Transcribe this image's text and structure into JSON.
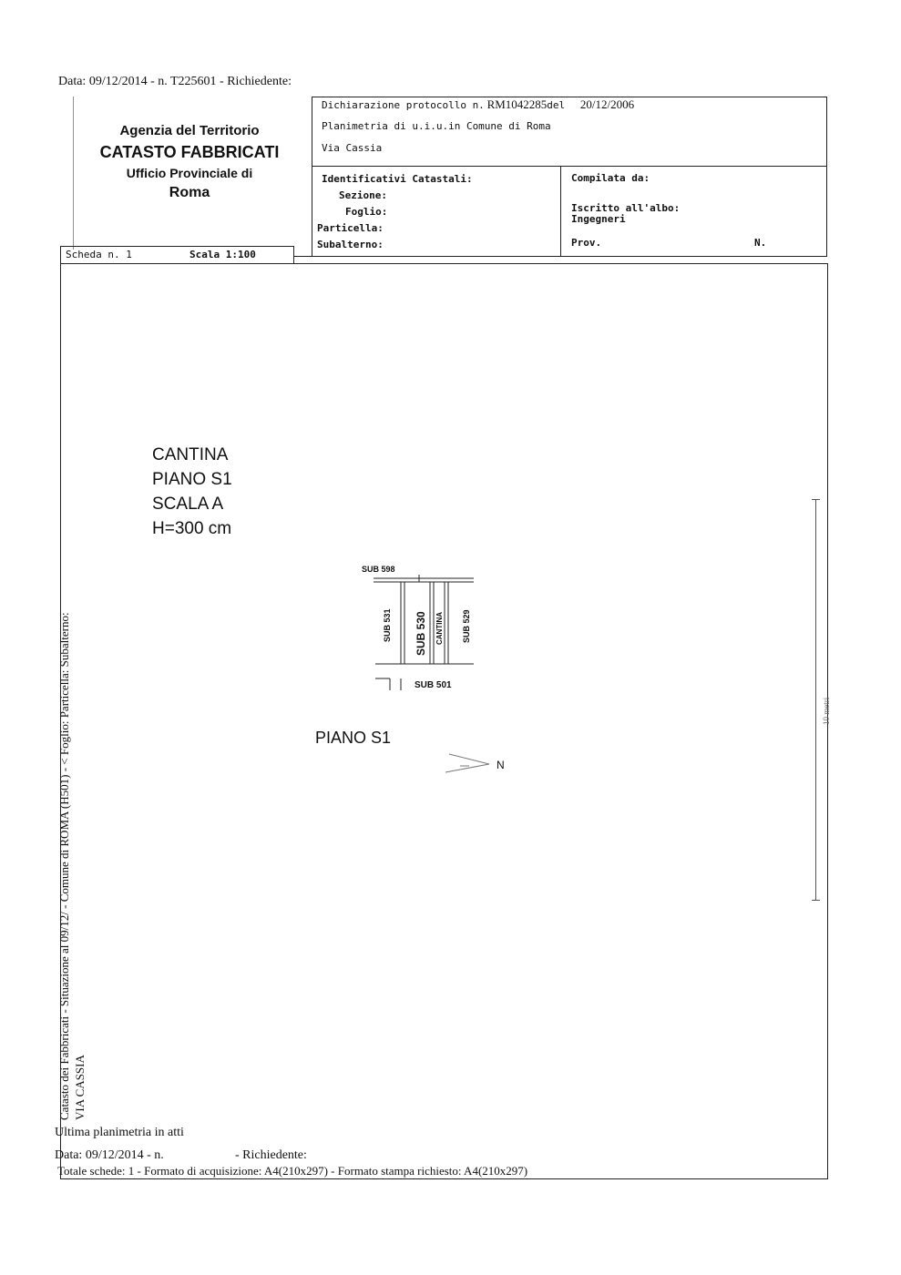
{
  "top_line": "Data: 09/12/2014 - n. T225601 - Richiedente:",
  "header": {
    "agency": "Agenzia del Territorio",
    "catasto": "CATASTO FABBRICATI",
    "ufficio": "Ufficio Provinciale di",
    "city": "Roma",
    "protocol_label": "Dichiarazione protocollo n.",
    "protocol_number": "RM1042285",
    "protocol_del": "del",
    "protocol_date": "20/12/2006",
    "planimetria": "Planimetria di u.i.u.in Comune di Roma",
    "address": "Via Cassia",
    "identificativi": "Identificativi Catastali:",
    "sezione": "Sezione:",
    "foglio": "Foglio:",
    "particella": "Particella:",
    "subalterno": "Subalterno:",
    "compilata": "Compilata da:",
    "iscritto": "Iscritto all'albo:",
    "albo": "Ingegneri",
    "prov": "Prov.",
    "num": "N.",
    "scheda": "Scheda n. 1",
    "scala": "Scala 1:100"
  },
  "plan": {
    "title_lines": [
      "CANTINA",
      "PIANO S1",
      "SCALA A",
      "H=300 cm"
    ],
    "sub_598": "SUB 598",
    "sub_531": "SUB 531",
    "sub_530": "SUB 530",
    "cantina": "CANTINA",
    "sub_529": "SUB 529",
    "sub_501": "SUB 501",
    "floor_label": "PIANO S1",
    "north": "N"
  },
  "side_text": {
    "left_main": "Catasto dei Fabbricati - Situazione al 09/12/ - Comune di ROMA (H501) - < Foglio: Particella: Subalterno:",
    "left_address": "VIA CASSIA",
    "right_marker": "10 metri"
  },
  "footer": {
    "ultima": "Ultima planimetria in atti",
    "data": "Data: 09/12/2014 - n.",
    "richiedente": "- Richiedente:",
    "totale": "Totale schede: 1 - Formato di acquisizione: A4(210x297) - Formato stampa richiesto: A4(210x297)"
  }
}
